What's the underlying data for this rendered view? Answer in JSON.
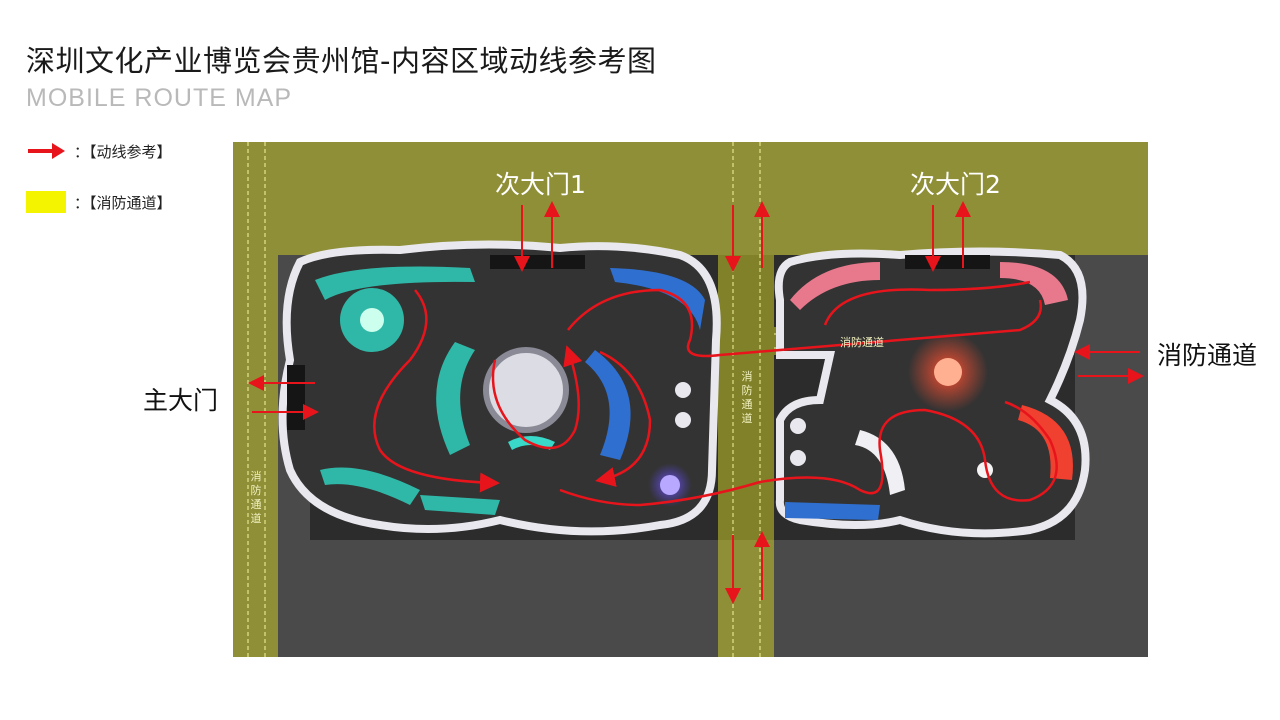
{
  "title": "深圳文化产业博览会贵州馆-内容区域动线参考图",
  "subtitle": "MOBILE ROUTE MAP",
  "legend": {
    "route": "：【动线参考】",
    "fire": "：【消防通道】"
  },
  "labels": {
    "gate1": "次大门1",
    "gate2": "次大门2",
    "main_gate": "主大门",
    "fire_lane_right": "消防通道",
    "fire_lane_center": "消防通道",
    "fire_lane_vertical_left": "消防通道",
    "fire_lane_vertical_mid": "消防通道"
  },
  "colors": {
    "route": "#e8141c",
    "fire": "#f4f400",
    "floor": "#3a3a3a",
    "teal": "#2fb8a8",
    "blue": "#2f6fd0",
    "pink": "#e8788c",
    "red_orange": "#f04030"
  }
}
